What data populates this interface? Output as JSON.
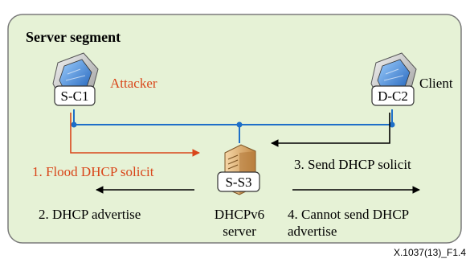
{
  "segment": {
    "title": "Server segment"
  },
  "nodes": {
    "attacker": {
      "id": "S-C1",
      "role": "Attacker"
    },
    "client": {
      "id": "D-C2",
      "role": "Client"
    },
    "server": {
      "id": "S-S3",
      "name_line1": "DHCPv6",
      "name_line2": "server"
    }
  },
  "steps": {
    "step1": "1. Flood DHCP solicit",
    "step2": "2. DHCP advertise",
    "step3": "3. Send DHCP solicit",
    "step4_line1": "4. Cannot send DHCP",
    "step4_line2": "advertise"
  },
  "figure_id": "X.1037(13)_F1.4",
  "colors": {
    "panel_fill": "#e6f2d6",
    "panel_border": "#7a7a7a",
    "network_line": "#1e6fc8",
    "attack": "#d9461a",
    "text": "#000000"
  },
  "icons": {
    "computer": "computer-icon",
    "server": "server-icon"
  }
}
